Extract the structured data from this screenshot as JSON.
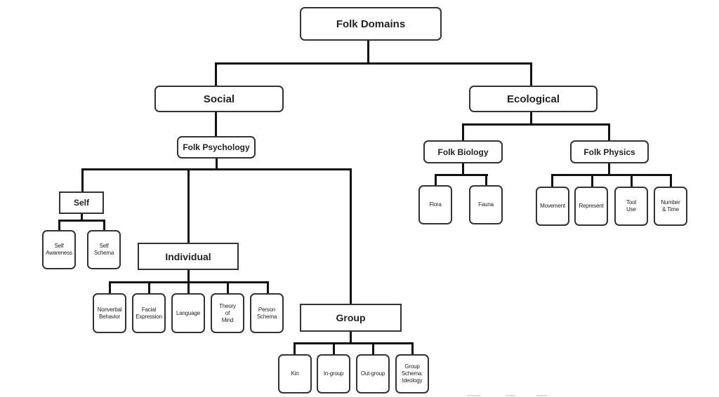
{
  "diagram": {
    "root": "Folk Domains",
    "social": {
      "label": "Social",
      "folk_psychology": "Folk Psychology",
      "self": {
        "label": "Self",
        "children": [
          "Self\nAwareness",
          "Self\nSchema"
        ]
      },
      "individual": {
        "label": "Individual",
        "children": [
          "Nonverbal\nBehavior",
          "Facial\nExpression",
          "Language",
          "Theory\nof\nMind",
          "Person\nSchema"
        ]
      },
      "group": {
        "label": "Group",
        "children": [
          "Kin",
          "In-group",
          "Out-group",
          "Group\nSchema:\nIdeology"
        ]
      }
    },
    "ecological": {
      "label": "Ecological",
      "folk_biology": {
        "label": "Folk Biology",
        "children": [
          "Flora",
          "Fauna"
        ]
      },
      "folk_physics": {
        "label": "Folk Physics",
        "children": [
          "Movement",
          "Represent",
          "Tool\nUse",
          "Number\n& Time"
        ]
      }
    }
  }
}
